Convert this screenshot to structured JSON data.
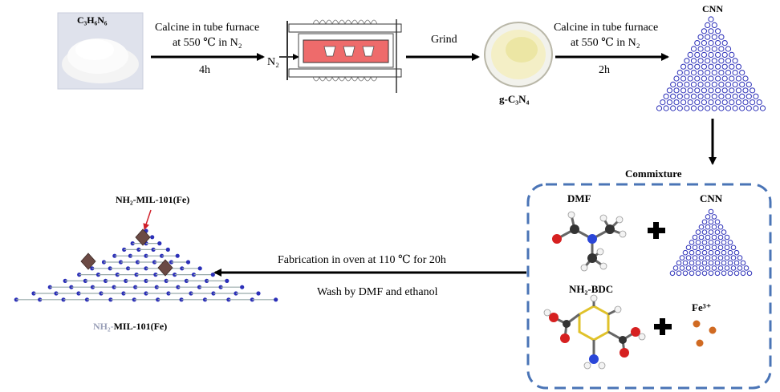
{
  "raw_material": {
    "formula": "C₃H₆N₆"
  },
  "step1": {
    "line1": "Calcine in tube furnace",
    "line2": "at 550 ℃ in N₂",
    "time": "4h"
  },
  "furnace": {
    "gas_label": "N₂"
  },
  "grind": {
    "label": "Grind"
  },
  "intermediate": {
    "label": "g-C₃N₄"
  },
  "step2": {
    "line1": "Calcine in tube furnace",
    "line2": "at 550 ℃ in N₂",
    "time": "2h"
  },
  "cnn_top": {
    "label": "CNN"
  },
  "commixture": {
    "title": "Commixture",
    "dmf": "DMF",
    "cnn": "CNN",
    "bdc": "NH₂-BDC",
    "fe": "Fe³⁺",
    "plus": "+"
  },
  "step3": {
    "line1": "Fabrication in oven at 110 ℃ for 20h",
    "line2": "Wash by DMF and ethanol"
  },
  "product": {
    "pointer_label": "NH₂-MIL-101(Fe)",
    "caption": "MIL-101(Fe)",
    "caption_prefix": "NH₂-"
  },
  "colors": {
    "lattice": "#2b2fb8",
    "dash_box": "#4a74b6",
    "heater": "#ee6b6b",
    "crystal": "#6b4a44"
  }
}
